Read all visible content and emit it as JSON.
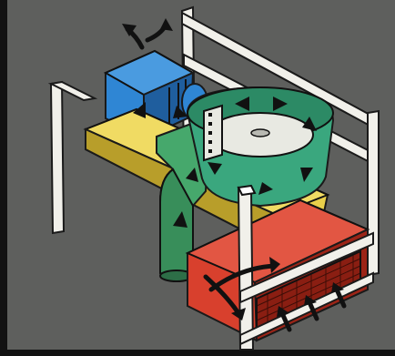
{
  "illustration": {
    "colors": {
      "background": "#5e5f5d",
      "frame": "#f1f0ea",
      "frame_outline": "#1a1a1a",
      "motor_blue": "#2f86d4",
      "motor_blue_dark": "#1f5e9e",
      "base_yellow": "#e8cf4a",
      "base_yellow_dark": "#b89e2a",
      "bowl_green": "#3aa77e",
      "bowl_green_dark": "#23795a",
      "duct_green": "#46a86c",
      "hopper_red": "#d8402d",
      "hopper_red_dark": "#9c2417",
      "arrow_black": "#111111"
    },
    "components": [
      "support-frame",
      "drive-motor",
      "vibratory-bowl",
      "base-plate",
      "air-duct",
      "collection-hopper",
      "airflow-arrows"
    ]
  }
}
